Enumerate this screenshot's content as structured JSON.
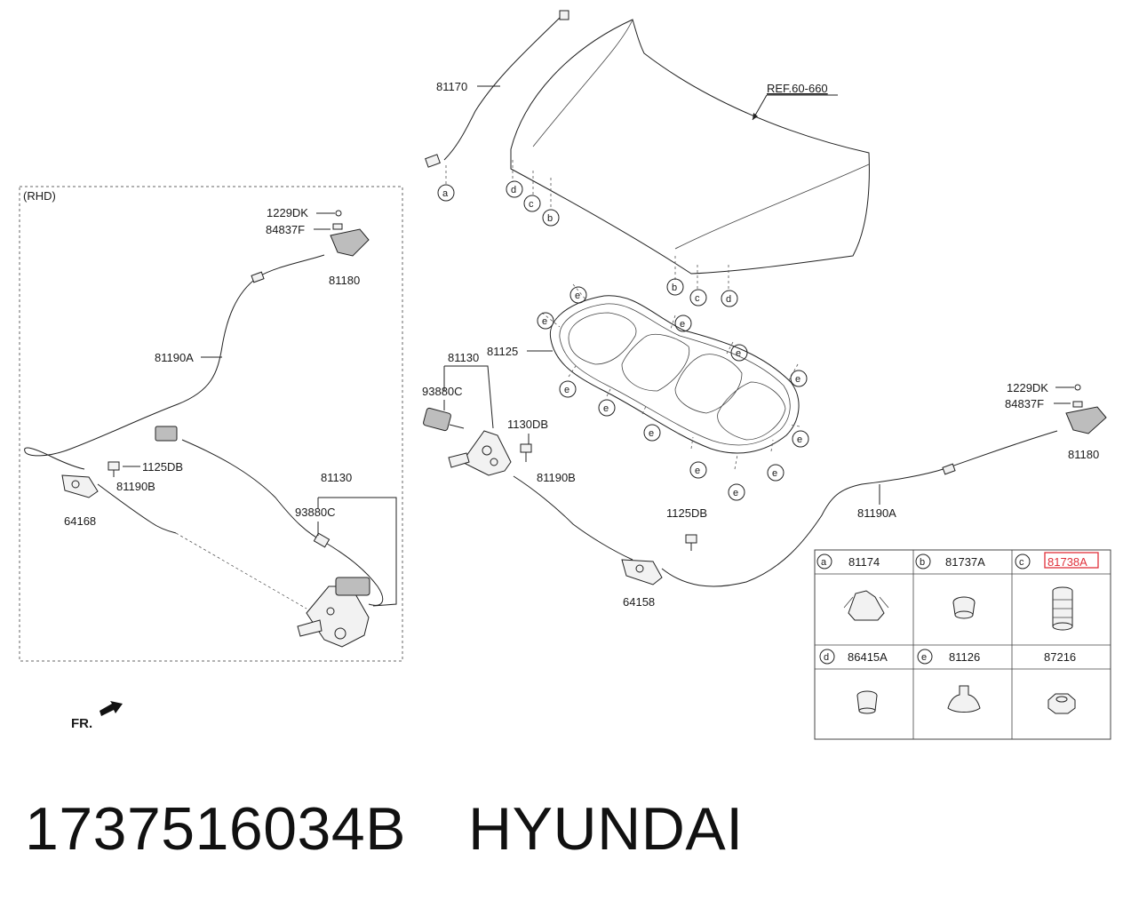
{
  "diagram": {
    "ref_label": "REF.60-660",
    "rhd_label": "(RHD)",
    "front_label": "FR.",
    "part_labels": {
      "p81170": "81170",
      "p81125": "81125",
      "p81130_center": "81130",
      "p93880c_center": "93880C",
      "p1130db": "1130DB",
      "p81190b_center": "81190B",
      "p1125db_center": "1125DB",
      "p64158": "64158",
      "p81190a_right": "81190A",
      "p1229dk_right": "1229DK",
      "p84837f_right": "84837F",
      "p81180_right": "81180",
      "p1229dk_left": "1229DK",
      "p84837f_left": "84837F",
      "p81180_left": "81180",
      "p81190a_left": "81190A",
      "p1125db_left": "1125DB",
      "p81190b_left": "81190B",
      "p64168": "64168",
      "p81130_left": "81130",
      "p93880c_left": "93880C"
    },
    "callouts": {
      "a": "a",
      "b": "b",
      "c": "c",
      "d": "d",
      "e": "e"
    }
  },
  "legend": {
    "cells": [
      {
        "key": "a",
        "code": "81174",
        "highlighted": false
      },
      {
        "key": "b",
        "code": "81737A",
        "highlighted": false
      },
      {
        "key": "c",
        "code": "81738A",
        "highlighted": true
      },
      {
        "key": "d",
        "code": "86415A",
        "highlighted": false
      },
      {
        "key": "e",
        "code": "81126",
        "highlighted": false
      },
      {
        "key": "",
        "code": "87216",
        "highlighted": false
      }
    ],
    "highlight_color": "#e0303a"
  },
  "caption": {
    "part_number": "1737516034B",
    "brand": "HYUNDAI"
  }
}
